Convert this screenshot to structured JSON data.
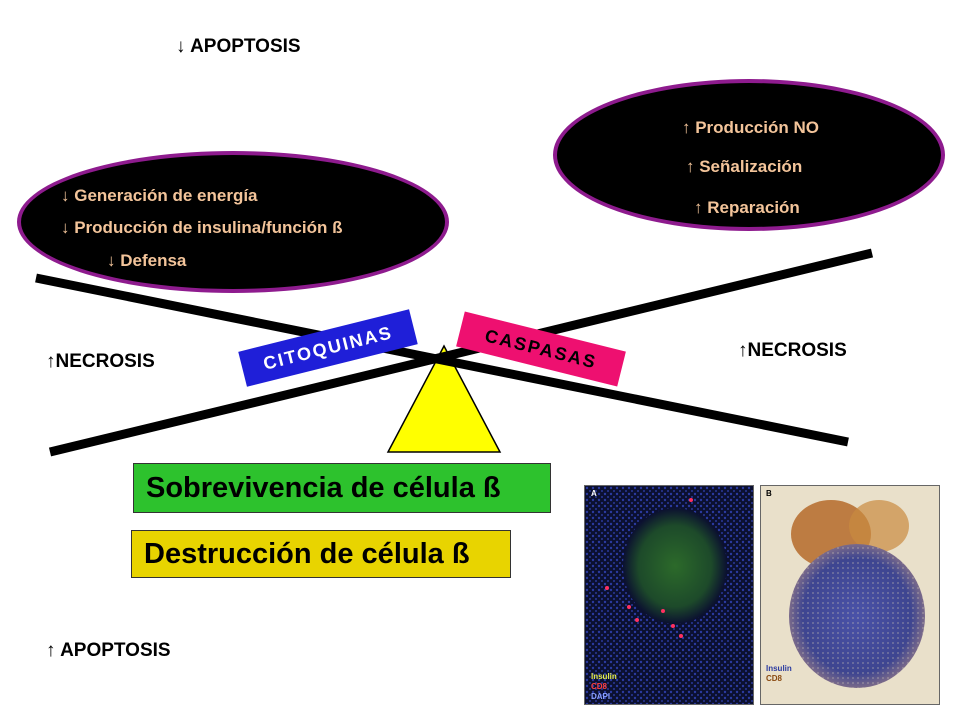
{
  "top_left_label": "↓ APOPTOSIS",
  "left_ellipse": {
    "lines": [
      "↓ Generación de energía",
      "↓ Producción de insulina/función ß",
      "↓ Defensa"
    ]
  },
  "right_ellipse": {
    "lines": [
      "↑ Producción NO",
      "↑ Señalización",
      "↑ Reparación"
    ]
  },
  "left_necrosis": "↑NECROSIS",
  "right_necrosis": "↑NECROSIS",
  "citoquinas_label": "CITOQUINAS",
  "caspasas_label": "CASPASAS",
  "survival_box": "Sobrevivencia de célula ß",
  "destruction_box": "Destrucción de célula ß",
  "bottom_left_label": "↑ APOPTOSIS",
  "micrograph_a": {
    "panel_letter": "A",
    "legend": [
      "Insulin",
      "CD8",
      "DAPI"
    ]
  },
  "micrograph_b": {
    "panel_letter": "B",
    "legend": [
      "Insulin",
      "CD8"
    ]
  },
  "colors": {
    "ellipse_border": "#8e1b8e",
    "ellipse_text": "#f3c49a",
    "citoquinas_bg": "#1f1fd8",
    "caspasas_bg": "#ee1070",
    "survival_bg": "#2dc22d",
    "destruction_bg": "#e8d400",
    "fulcrum": "#ffff00"
  }
}
